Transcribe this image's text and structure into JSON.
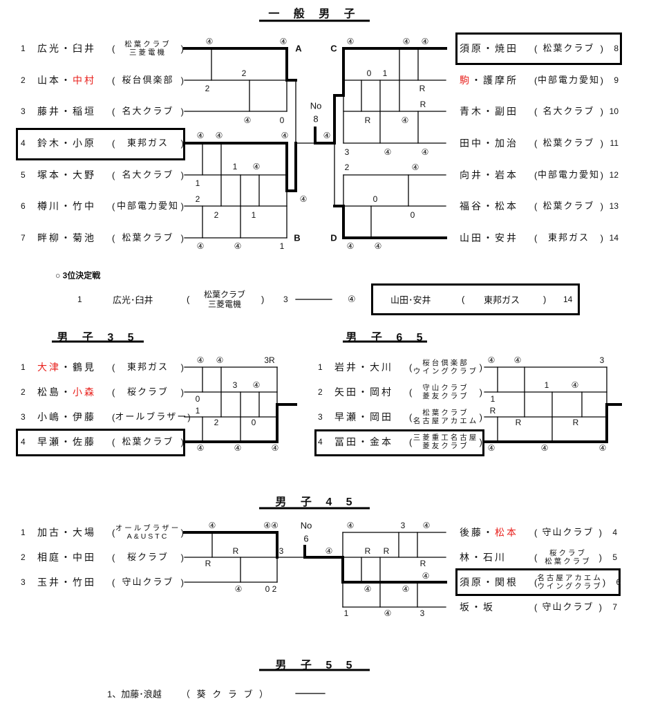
{
  "general": {
    "title": "一 般 男 子",
    "left_entries": [
      {
        "no": "1",
        "name": [
          {
            "t": "広光"
          },
          {
            "t": "・"
          },
          {
            "t": "臼井"
          }
        ],
        "club": [
          "松葉クラブ",
          "三菱電機"
        ]
      },
      {
        "no": "2",
        "name": [
          {
            "t": "山本"
          },
          {
            "t": "・"
          },
          {
            "t": "中村",
            "red": true
          }
        ],
        "club": [
          "桜台倶楽部"
        ]
      },
      {
        "no": "3",
        "name": [
          {
            "t": "藤井"
          },
          {
            "t": "・"
          },
          {
            "t": "稲垣"
          }
        ],
        "club": [
          "名大クラブ"
        ]
      },
      {
        "no": "4",
        "name": [
          {
            "t": "鈴木"
          },
          {
            "t": "・"
          },
          {
            "t": "小原"
          }
        ],
        "club": [
          "東邦ガス"
        ],
        "boxed": true
      },
      {
        "no": "5",
        "name": [
          {
            "t": "塚本"
          },
          {
            "t": "・"
          },
          {
            "t": "大野"
          }
        ],
        "club": [
          "名大クラブ"
        ]
      },
      {
        "no": "6",
        "name": [
          {
            "t": "樽川"
          },
          {
            "t": "・"
          },
          {
            "t": "竹中"
          }
        ],
        "club": [
          "中部電力愛知"
        ]
      },
      {
        "no": "7",
        "name": [
          {
            "t": "畔柳"
          },
          {
            "t": "・"
          },
          {
            "t": "菊池"
          }
        ],
        "club": [
          "松葉クラブ"
        ]
      }
    ],
    "right_entries": [
      {
        "no": "8",
        "name": [
          {
            "t": "須原"
          },
          {
            "t": "・"
          },
          {
            "t": "焼田"
          }
        ],
        "club": [
          "松葉クラブ"
        ],
        "boxed": true
      },
      {
        "no": "9",
        "name": [
          {
            "t": "駒",
            "red": true
          },
          {
            "t": "・"
          },
          {
            "t": "護摩所"
          }
        ],
        "club": [
          "中部電力愛知"
        ]
      },
      {
        "no": "10",
        "name": [
          {
            "t": "青木"
          },
          {
            "t": "・"
          },
          {
            "t": "副田"
          }
        ],
        "club": [
          "名大クラブ"
        ]
      },
      {
        "no": "11",
        "name": [
          {
            "t": "田中"
          },
          {
            "t": "・"
          },
          {
            "t": "加治"
          }
        ],
        "club": [
          "松葉クラブ"
        ]
      },
      {
        "no": "12",
        "name": [
          {
            "t": "向井"
          },
          {
            "t": "・"
          },
          {
            "t": "岩本"
          }
        ],
        "club": [
          "中部電力愛知"
        ]
      },
      {
        "no": "13",
        "name": [
          {
            "t": "福谷"
          },
          {
            "t": "・"
          },
          {
            "t": "松本"
          }
        ],
        "club": [
          "松葉クラブ"
        ]
      },
      {
        "no": "14",
        "name": [
          {
            "t": "山田"
          },
          {
            "t": "・"
          },
          {
            "t": "安井"
          }
        ],
        "club": [
          "東邦ガス"
        ]
      }
    ],
    "labels": [
      "A",
      "B",
      "C",
      "D"
    ],
    "final_no": [
      "No",
      "8"
    ],
    "scores": [
      "④",
      "④",
      "2",
      "2",
      "④",
      "0",
      "④",
      "④",
      "④",
      "1",
      "④",
      "1",
      "2",
      "④",
      "2",
      "1",
      "④",
      "④",
      "1",
      "④",
      "④",
      "④",
      "④",
      "0",
      "1",
      "R",
      "R",
      "R",
      "④",
      "3",
      "④",
      "④",
      "2",
      "④",
      "0",
      "0",
      "④",
      "④"
    ]
  },
  "third_place": {
    "heading": "○ 3位決定戦",
    "no": "1",
    "name": "広光･臼井",
    "club": [
      "松葉クラブ",
      "三菱電機"
    ],
    "score_left": "3",
    "score_right": "④",
    "opponent_name": "山田･安井",
    "opponent_club": "東邦ガス",
    "opponent_no": "14",
    "paren_open": "(",
    "paren_close": ")"
  },
  "men35": {
    "title": "男 子 3 5",
    "entries": [
      {
        "no": "1",
        "name": [
          {
            "t": "大津",
            "red": true
          },
          {
            "t": "・"
          },
          {
            "t": "鶴見"
          }
        ],
        "club": [
          "東邦ガス"
        ]
      },
      {
        "no": "2",
        "name": [
          {
            "t": "松島"
          },
          {
            "t": "・"
          },
          {
            "t": "小森",
            "red": true
          }
        ],
        "club": [
          "桜クラブ"
        ]
      },
      {
        "no": "3",
        "name": [
          {
            "t": "小嶋"
          },
          {
            "t": "・"
          },
          {
            "t": "伊藤"
          }
        ],
        "club": [
          "オールブラザー"
        ]
      },
      {
        "no": "4",
        "name": [
          {
            "t": "早瀬"
          },
          {
            "t": "・"
          },
          {
            "t": "佐藤"
          }
        ],
        "club": [
          "松葉クラブ"
        ],
        "boxed": true
      }
    ],
    "scores": [
      "④",
      "④",
      "3R",
      "3",
      "④",
      "0",
      "1",
      "2",
      "0",
      "④",
      "④",
      "④"
    ]
  },
  "men65": {
    "title": "男 子 6 5",
    "entries": [
      {
        "no": "1",
        "name": [
          {
            "t": "岩井"
          },
          {
            "t": "・"
          },
          {
            "t": "大川"
          }
        ],
        "club": [
          "桜台倶楽部",
          "ウイングクラブ"
        ]
      },
      {
        "no": "2",
        "name": [
          {
            "t": "矢田"
          },
          {
            "t": "・"
          },
          {
            "t": "岡村"
          }
        ],
        "club": [
          "守山クラブ",
          "菱友クラブ"
        ]
      },
      {
        "no": "3",
        "name": [
          {
            "t": "早瀬"
          },
          {
            "t": "・"
          },
          {
            "t": "岡田"
          }
        ],
        "club": [
          "松葉クラブ",
          "名古屋アカエム"
        ]
      },
      {
        "no": "4",
        "name": [
          {
            "t": "冨田"
          },
          {
            "t": "・"
          },
          {
            "t": "金本"
          }
        ],
        "club": [
          "三菱重工名古屋",
          "菱友クラブ"
        ],
        "boxed": true
      }
    ],
    "scores": [
      "④",
      "④",
      "3",
      "1",
      "④",
      "1",
      "R",
      "R",
      "R",
      "④",
      "④",
      "④"
    ]
  },
  "men45": {
    "title": "男 子 4 5",
    "left_entries": [
      {
        "no": "1",
        "name": [
          {
            "t": "加古"
          },
          {
            "t": "・"
          },
          {
            "t": "大場"
          }
        ],
        "club": [
          "オールブラザー",
          "A&USTC"
        ]
      },
      {
        "no": "2",
        "name": [
          {
            "t": "相庭"
          },
          {
            "t": "・"
          },
          {
            "t": "中田"
          }
        ],
        "club": [
          "桜クラブ"
        ]
      },
      {
        "no": "3",
        "name": [
          {
            "t": "玉井"
          },
          {
            "t": "・"
          },
          {
            "t": "竹田"
          }
        ],
        "club": [
          "守山クラブ"
        ]
      }
    ],
    "right_entries": [
      {
        "no": "4",
        "name": [
          {
            "t": "後藤"
          },
          {
            "t": "・"
          },
          {
            "t": "松本",
            "red": true
          }
        ],
        "club": [
          "守山クラブ"
        ]
      },
      {
        "no": "5",
        "name": [
          {
            "t": "林"
          },
          {
            "t": "・"
          },
          {
            "t": "石川"
          }
        ],
        "club": [
          "桜クラブ",
          "松葉クラブ"
        ]
      },
      {
        "no": "6",
        "name": [
          {
            "t": "須原"
          },
          {
            "t": "・"
          },
          {
            "t": "関根"
          }
        ],
        "club": [
          "名古屋アカエム",
          "ウイングクラブ"
        ],
        "boxed": true
      },
      {
        "no": "7",
        "name": [
          {
            "t": "坂"
          },
          {
            "t": "・"
          },
          {
            "t": "坂"
          }
        ],
        "club": [
          "守山クラブ"
        ]
      }
    ],
    "final_no": [
      "No",
      "6"
    ],
    "scores": [
      "④",
      "④④",
      "R",
      "3",
      "R",
      "④",
      "0 2",
      "④",
      "④",
      "3",
      "④",
      "R",
      "R",
      "R",
      "④",
      "④",
      "④",
      "1",
      "④",
      "3"
    ]
  },
  "men55": {
    "title": "男 子 5 5",
    "entry": "1、加藤･浪越",
    "club": "（ 葵 ク ラ ブ ）"
  },
  "colors": {
    "highlight": "#e8201c",
    "line": "#000000"
  }
}
